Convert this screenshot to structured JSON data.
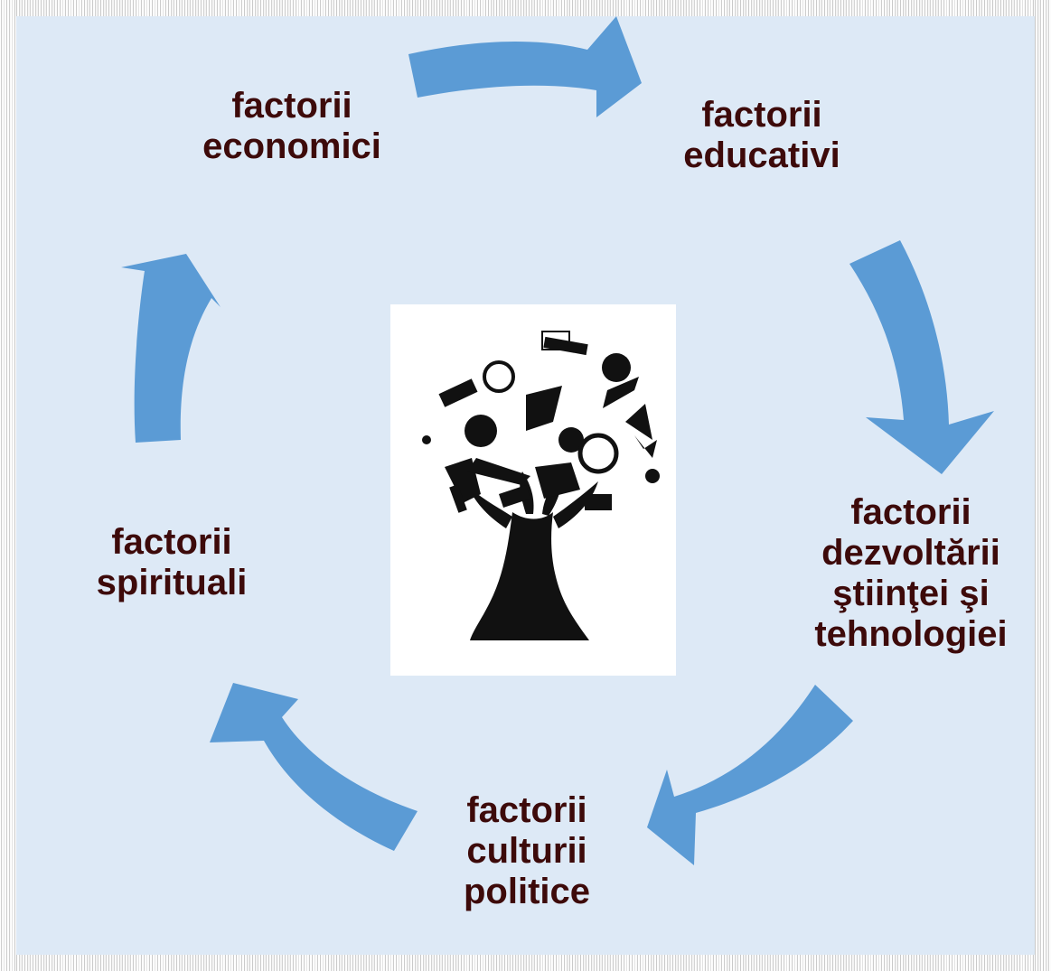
{
  "colors": {
    "background": "#dde9f6",
    "arrow": "#5b9bd5",
    "text": "#3d0a0a"
  },
  "nodes": [
    {
      "id": "economic",
      "lines": [
        "factorii",
        "economici"
      ]
    },
    {
      "id": "educational",
      "lines": [
        "factorii",
        "educativi"
      ]
    },
    {
      "id": "science",
      "lines": [
        "factorii",
        "dezvoltării",
        "ştiinţei şi",
        "tehnologiei"
      ]
    },
    {
      "id": "political",
      "lines": [
        "factorii",
        "culturii",
        "politice"
      ]
    },
    {
      "id": "spiritual",
      "lines": [
        "factorii",
        "spirituali"
      ]
    }
  ],
  "center_image": {
    "icon": "tree-of-culture-icon"
  }
}
